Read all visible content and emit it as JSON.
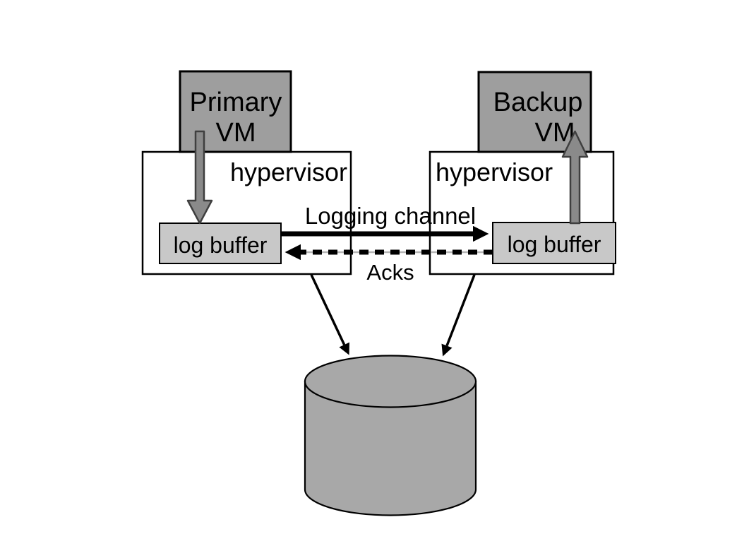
{
  "diagram_title": "fault-tolerant-vm-architecture",
  "nodes": {
    "primary_vm": {
      "line1": "Primary",
      "line2": "VM"
    },
    "backup_vm": {
      "line1": "Backup",
      "line2": "VM"
    },
    "hypervisor_left": {
      "label": "hypervisor"
    },
    "hypervisor_right": {
      "label": "hypervisor"
    },
    "log_buffer_left": {
      "label": "log buffer"
    },
    "log_buffer_right": {
      "label": "log buffer"
    },
    "shared_disk": {
      "shape": "cylinder"
    }
  },
  "edges": {
    "logging_channel": {
      "label": "Logging channel",
      "style": "solid",
      "direction": "left-to-right"
    },
    "acks": {
      "label": "Acks",
      "style": "dashed",
      "direction": "right-to-left"
    },
    "primary_to_buffer": {
      "style": "gray-block-arrow",
      "direction": "down"
    },
    "buffer_to_backup": {
      "style": "gray-block-arrow",
      "direction": "up"
    },
    "left_hypervisor_to_disk": {
      "style": "thin",
      "direction": "down"
    },
    "right_hypervisor_to_disk": {
      "style": "thin",
      "direction": "down"
    }
  },
  "colors": {
    "background": "#ffffff",
    "vm_box_fill": "#9e9e9e",
    "hypervisor_box_fill": "#ffffff",
    "log_buffer_fill": "#c8c8c8",
    "disk_fill": "#a8a8a8",
    "gray_arrow_fill": "#8a8a8a",
    "gray_arrow_outline": "#3f3f3f",
    "black": "#000000",
    "acks_underlay": "#b5b5b5"
  }
}
